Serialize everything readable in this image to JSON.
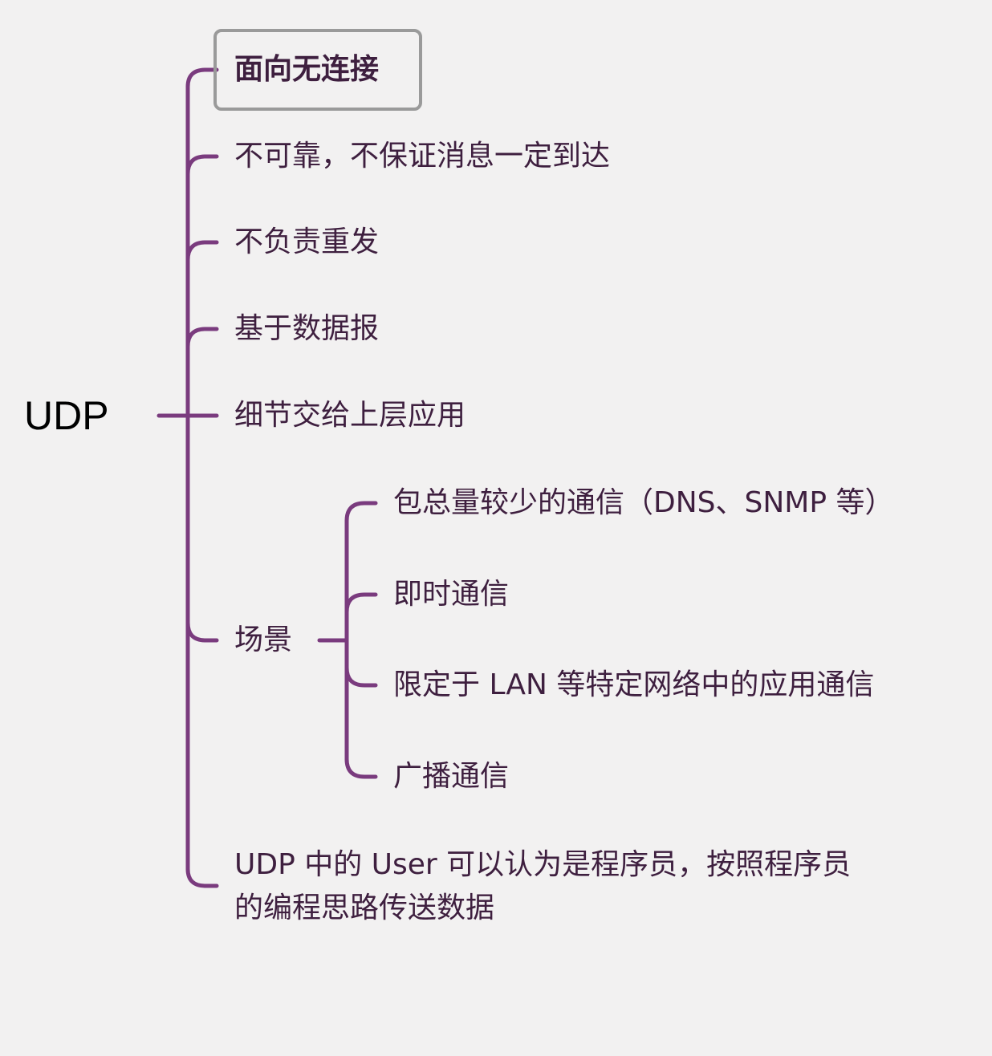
{
  "root": {
    "label": "UDP"
  },
  "children": [
    {
      "label": "面向无连接"
    },
    {
      "label": "不可靠，不保证消息一定到达"
    },
    {
      "label": "不负责重发"
    },
    {
      "label": "基于数据报"
    },
    {
      "label": "细节交给上层应用"
    },
    {
      "label": "场景",
      "children": [
        {
          "label": "包总量较少的通信（DNS、SNMP 等）"
        },
        {
          "label": "即时通信"
        },
        {
          "label": "限定于 LAN 等特定网络中的应用通信"
        },
        {
          "label": "广播通信"
        }
      ]
    },
    {
      "label_line1": "UDP 中的 User 可以认为是程序员，按照程序员",
      "label_line2": "的编程思路传送数据"
    }
  ],
  "colors": {
    "background": "#f2f1f1",
    "connector": "#7a3b7e",
    "text": "#3e1f3f",
    "root_text": "#000000",
    "selection_border": "#9a9a9a"
  }
}
